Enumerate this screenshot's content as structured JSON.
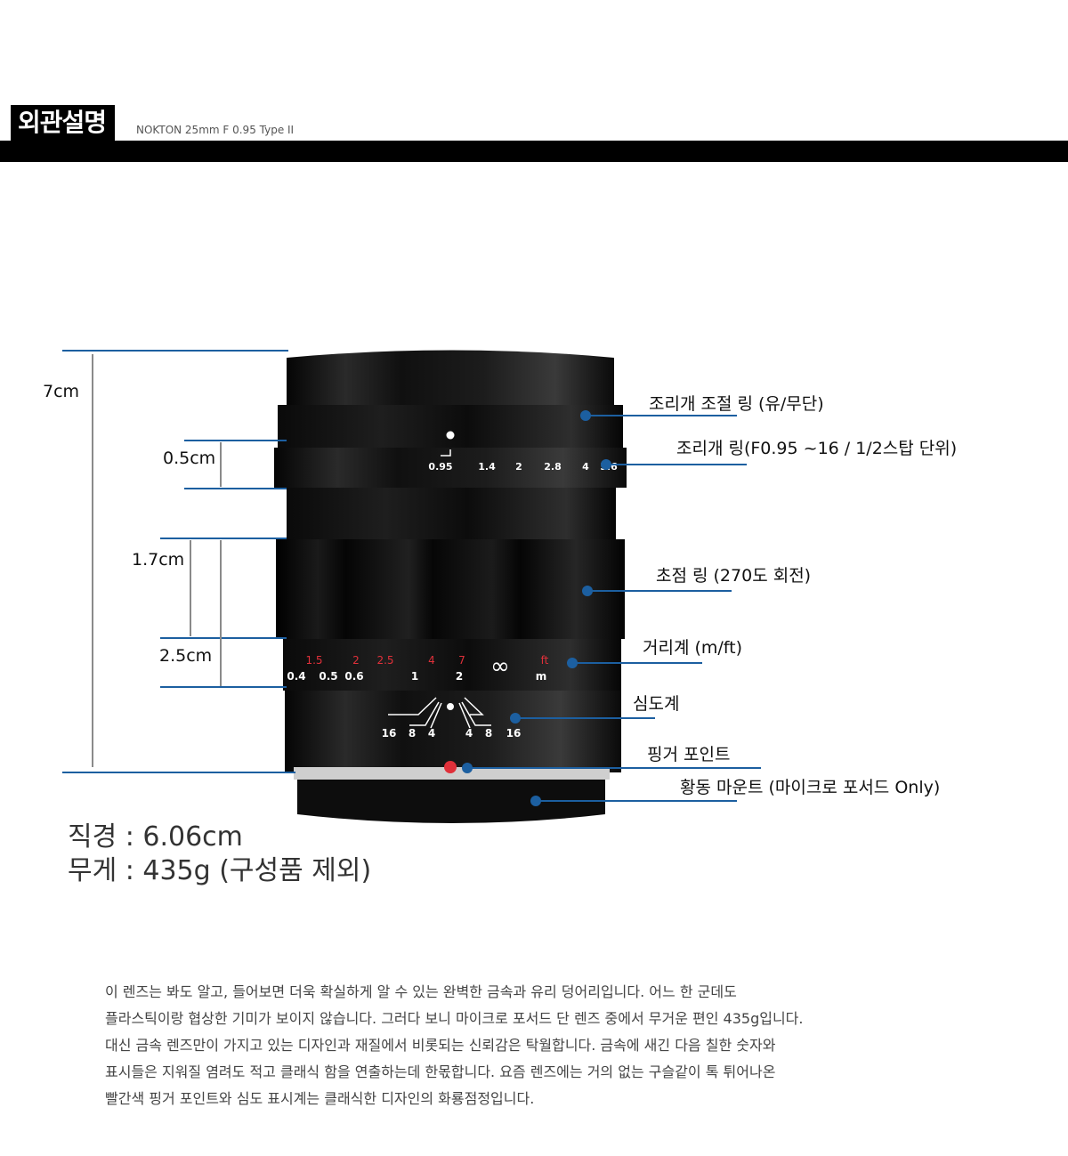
{
  "header": {
    "title": "외관설명",
    "subtitle": "NOKTON 25mm F 0.95 Type II"
  },
  "dimensions": {
    "height": "7cm",
    "aperture_ring": "0.5cm",
    "focus_ring": "1.7cm",
    "distance_scale": "2.5cm"
  },
  "callouts": {
    "aperture_control_ring": "조리개 조절 링 (유/무단)",
    "aperture_ring": "조리개 링(F0.95 ~16 / 1/2스탑 단위)",
    "focus_ring": "초점 링 (270도 회전)",
    "distance_scale": "거리계 (m/ft)",
    "dof_scale": "심도계",
    "finger_point": "핑거 포인트",
    "mount": "황동 마운트 (마이크로 포서드 Only)"
  },
  "lens_markings": {
    "apertures": [
      "0.95",
      "1.4",
      "2",
      "2.8",
      "4",
      "5.6"
    ],
    "ft_values": [
      "1.5",
      "2",
      "2.5",
      "4",
      "7",
      "ft"
    ],
    "m_values": [
      "0.4",
      "0.5",
      "0.6",
      "1",
      "2",
      "m"
    ],
    "infinity": "∞",
    "dof_values": [
      "16",
      "8",
      "4",
      "4",
      "8",
      "16"
    ]
  },
  "specs": {
    "diameter": "직경 : 6.06cm",
    "weight": "무게 : 435g (구성품 제외)"
  },
  "description": [
    "이 렌즈는 봐도 알고, 들어보면 더욱 확실하게 알 수 있는 완벽한 금속과 유리 덩어리입니다. 어느 한 군데도",
    "플라스틱이랑 협상한 기미가 보이지 않습니다. 그러다 보니 마이크로 포서드 단 렌즈 중에서 무거운 편인 435g입니다.",
    "대신 금속 렌즈만이 가지고 있는 디자인과 재질에서 비롯되는 신뢰감은 탁월합니다. 금속에 새긴 다음 칠한 숫자와",
    "표시들은 지워질 염려도 적고 클래식 함을 연출하는데 한몫합니다. 요즘 렌즈에는 거의 없는 구슬같이 톡 튀어나온",
    "빨간색 핑거 포인트와 심도 표시계는 클래식한 디자인의 화룡점정입니다."
  ],
  "colors": {
    "accent_line": "#1c5fa0",
    "marking_red": "#e0303a",
    "header_black": "#000000"
  }
}
